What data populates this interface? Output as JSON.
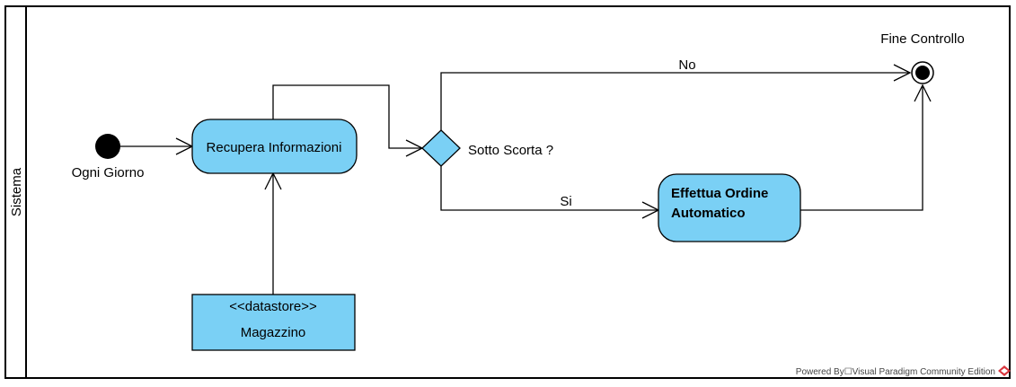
{
  "swimlane": {
    "label": "Sistema"
  },
  "initial_node": {
    "label": "Ogni Giorno"
  },
  "final_node": {
    "label": "Fine Controllo"
  },
  "actions": {
    "recupera": "Recupera Informazioni",
    "effettua_line1": "Effettua Ordine",
    "effettua_line2": "Automatico"
  },
  "decision": {
    "label": "Sotto Scorta ?"
  },
  "edges": {
    "no_label": "No",
    "si_label": "Si"
  },
  "datastore": {
    "stereotype": "<<datastore>>",
    "name": "Magazzino"
  },
  "footer": {
    "text": "Powered By☐Visual Paradigm Community Edition"
  },
  "colors": {
    "fill": "#7ad0f5",
    "stroke": "#000000",
    "brand": "#d9363e"
  }
}
